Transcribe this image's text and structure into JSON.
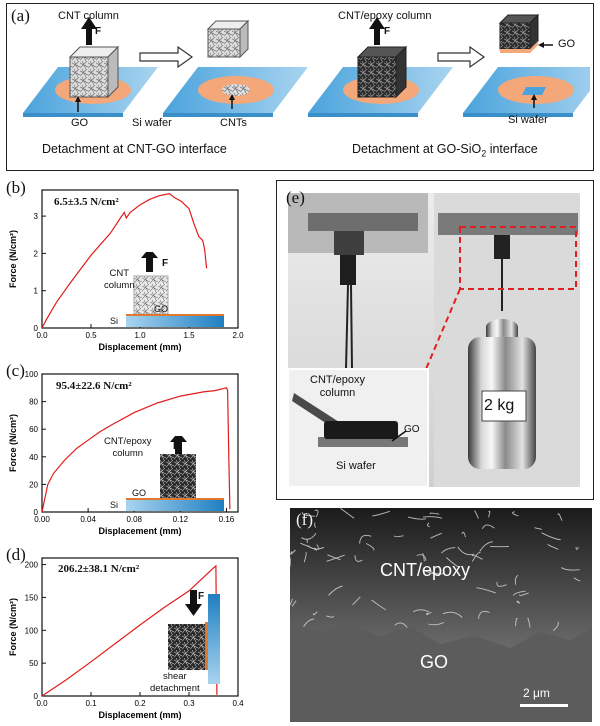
{
  "panel_a": {
    "label": "(a)",
    "cnt_column": "CNT column",
    "force": "F",
    "go": "GO",
    "si_wafer": "Si wafer",
    "cnts": "CNTs",
    "caption_left": "Detachment at CNT-GO interface",
    "epoxy_column": "CNT/epoxy column",
    "go_right": "GO",
    "si_wafer_right": "Si wafer",
    "caption_right_main": "Detachment at GO-SiO",
    "caption_right_sub": "2",
    "caption_right_end": " interface",
    "colors": {
      "wafer": "#6cb4e0",
      "go_ring": "#f4a779",
      "frame": "#222222"
    }
  },
  "panel_b": {
    "label": "(b)",
    "measure": "6.5±3.5 N/cm²",
    "inset_force": "F",
    "inset_column": "CNT\ncolumn",
    "inset_go": "GO",
    "inset_si": "Si",
    "ylabel": "Force (N/cm²)",
    "xlabel": "Displacement (mm)"
  },
  "panel_c": {
    "label": "(c)",
    "measure": "95.4±22.6 N/cm²",
    "inset_force": "F",
    "inset_column": "CNT/epoxy\ncolumn",
    "inset_go": "GO",
    "inset_si": "Si",
    "ylabel": "Force (N/cm²)",
    "xlabel": "Displacement (mm)"
  },
  "panel_d": {
    "label": "(d)",
    "measure": "206.2±38.1 N/cm²",
    "inset_force": "F",
    "inset_text": "shear\ndetachment",
    "ylabel": "Force (N/cm²)",
    "xlabel": "Displacement (mm)"
  },
  "panel_e": {
    "label": "(e)",
    "weight": "2 kg",
    "inset_title": "CNT/epoxy\ncolumn",
    "inset_go": "GO",
    "inset_si": "Si wafer"
  },
  "panel_f": {
    "label": "(f)",
    "top_text": "CNT/epoxy",
    "bottom_text": "GO",
    "scale": "2 μm"
  },
  "chart_data": [
    {
      "type": "line",
      "id": "b",
      "xlabel": "Displacement (mm)",
      "ylabel": "Force (N/cm²)",
      "xlim": [
        0,
        2.0
      ],
      "ylim": [
        0,
        3.7
      ],
      "xticks": [
        "0.0",
        "0.5",
        "1.0",
        "1.5",
        "2.0"
      ],
      "yticks": [
        "0",
        "1",
        "2",
        "3"
      ],
      "x": [
        0,
        0.05,
        0.15,
        0.3,
        0.5,
        0.7,
        0.8,
        0.84,
        0.86,
        0.9,
        1.0,
        1.1,
        1.2,
        1.3,
        1.35,
        1.42,
        1.46,
        1.5,
        1.55,
        1.6,
        1.64,
        1.66,
        1.68
      ],
      "y": [
        0,
        0.25,
        0.7,
        1.25,
        1.95,
        2.55,
        2.95,
        3.1,
        2.95,
        3.1,
        3.3,
        3.45,
        3.55,
        3.6,
        3.5,
        3.4,
        3.3,
        3.2,
        2.8,
        2.45,
        2.35,
        2.1,
        1.6
      ]
    },
    {
      "type": "line",
      "id": "c",
      "xlabel": "Displacement (mm)",
      "ylabel": "Force (N/cm²)",
      "xlim": [
        0,
        0.17
      ],
      "ylim": [
        0,
        100
      ],
      "xticks": [
        "0.00",
        "0.04",
        "0.08",
        "0.12",
        "0.16"
      ],
      "yticks": [
        "0",
        "20",
        "40",
        "60",
        "80",
        "100"
      ],
      "x": [
        0,
        0.005,
        0.01,
        0.02,
        0.03,
        0.04,
        0.05,
        0.06,
        0.08,
        0.1,
        0.12,
        0.14,
        0.15,
        0.16,
        0.161,
        0.162,
        0.163
      ],
      "y": [
        0,
        20,
        28,
        38,
        46,
        52,
        58,
        63,
        72,
        79,
        84,
        87,
        88,
        90,
        88,
        40,
        2
      ]
    },
    {
      "type": "line",
      "id": "d",
      "xlabel": "Displacement (mm)",
      "ylabel": "Force (N/cm²)",
      "xlim": [
        0,
        0.4
      ],
      "ylim": [
        0,
        210
      ],
      "xticks": [
        "0.0",
        "0.1",
        "0.2",
        "0.3",
        "0.4"
      ],
      "yticks": [
        "0",
        "50",
        "100",
        "150",
        "200"
      ],
      "x": [
        0,
        0.05,
        0.1,
        0.15,
        0.2,
        0.25,
        0.3,
        0.35,
        0.355,
        0.356,
        0.357
      ],
      "y": [
        0,
        25,
        52,
        80,
        108,
        135,
        160,
        195,
        198,
        100,
        2
      ]
    }
  ]
}
